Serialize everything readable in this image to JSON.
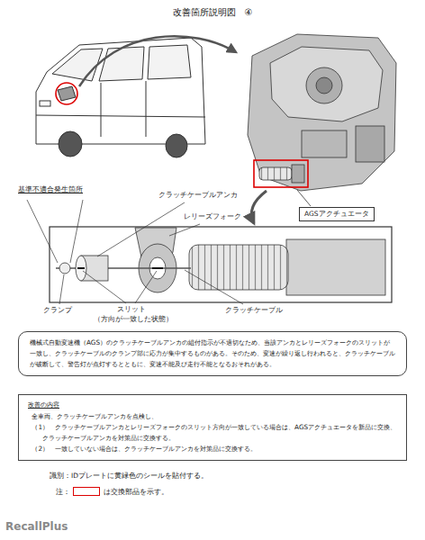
{
  "diagram": {
    "title": "改善箇所説明図　④",
    "nodes": [
      {
        "text": [
          "AGSアクチュエータ"
        ]
      },
      {
        "text": [
          "機械式自動変速機（AGS）のクラッチケーブルアンカの組付指示が不適切なため、当該アンカとレリーズフォークのスリットが一致し、クラッチケーブルのクランプ部に応力が集中するものがある。そのため、変速が繰り返し行われると、クラッチケーブルが破断して、警告灯が点灯するとともに、変速不能及び走行不能となるおそれがある。"
        ]
      },
      {
        "text": [
          "改善の内容",
          "全車両、クラッチケーブルアンカを点検し、",
          "（1）　クラッチケーブルアンカとレリーズフォークのスリット方向が一致している場合は、AGSアクチュエータを新品に交換、クラッチケーブルアンカを対策品に交換する。",
          "（2）　一致していない場合は、クラッチケーブルアンカを対策品に交換する。"
        ]
      }
    ],
    "labels": [
      "クラッチケーブルアンカ",
      "レリーズフォーク",
      "基準不適合発生箇所",
      "クランプ",
      "スリット",
      "（方向が一致した状態）",
      "クラッチケーブル",
      "識別：IDプレートに黄緑色のシールを貼付する。",
      "注：",
      "は交換部品を示す。",
      "RecallPlus"
    ]
  }
}
